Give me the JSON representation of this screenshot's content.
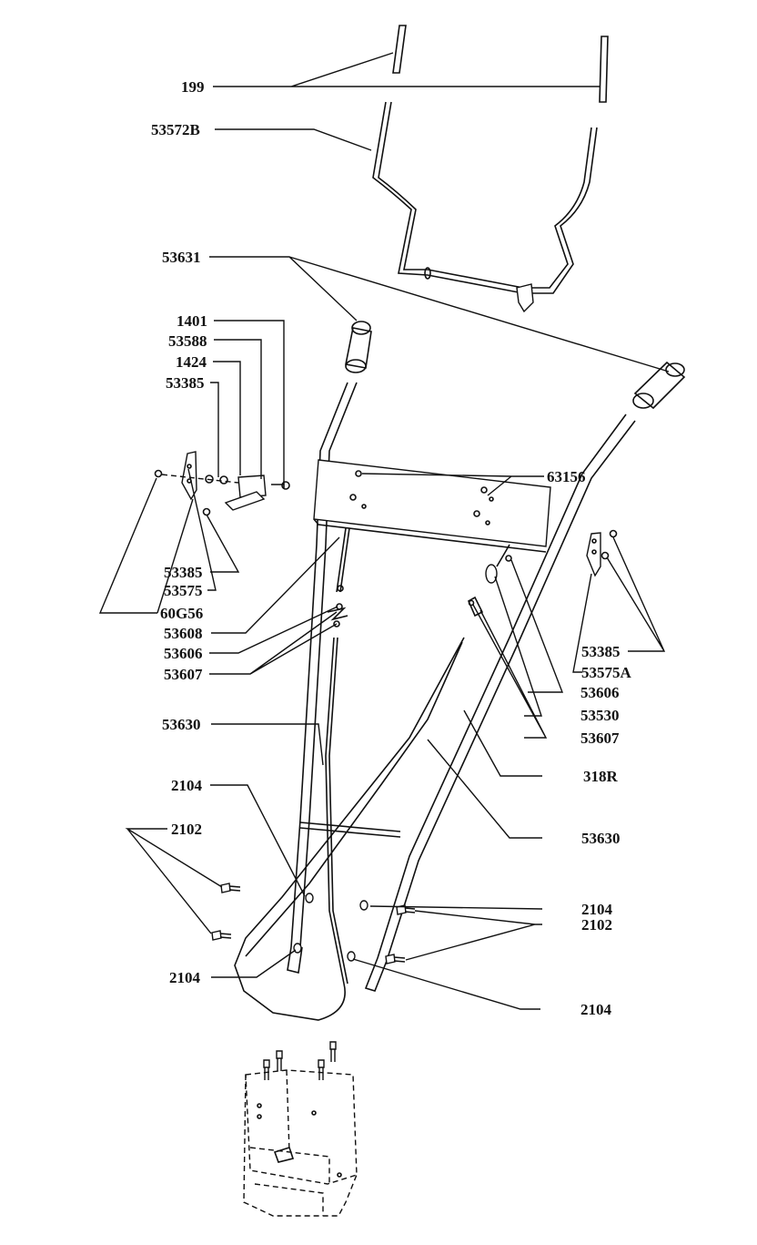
{
  "labels": {
    "p199": "199",
    "p53572B": "53572B",
    "p53631": "53631",
    "p1401": "1401",
    "p53588": "53588",
    "p1424": "1424",
    "p53385_top": "53385",
    "p63156": "63156",
    "p53385_mid": "53385",
    "p53575": "53575",
    "p60G56": "60G56",
    "p53608": "53608",
    "p53606_left": "53606",
    "p53607_left": "53607",
    "p53385_right": "53385",
    "p53575A": "53575A",
    "p53606_right": "53606",
    "p53530": "53530",
    "p53607_right": "53607",
    "p53630_left": "53630",
    "p318R": "318R",
    "p53630_right": "53630",
    "p2104_a": "2104",
    "p2102_a": "2102",
    "p2104_b": "2104",
    "p2102_b": "2102",
    "p2104_c": "2104",
    "p2104_d": "2104"
  }
}
